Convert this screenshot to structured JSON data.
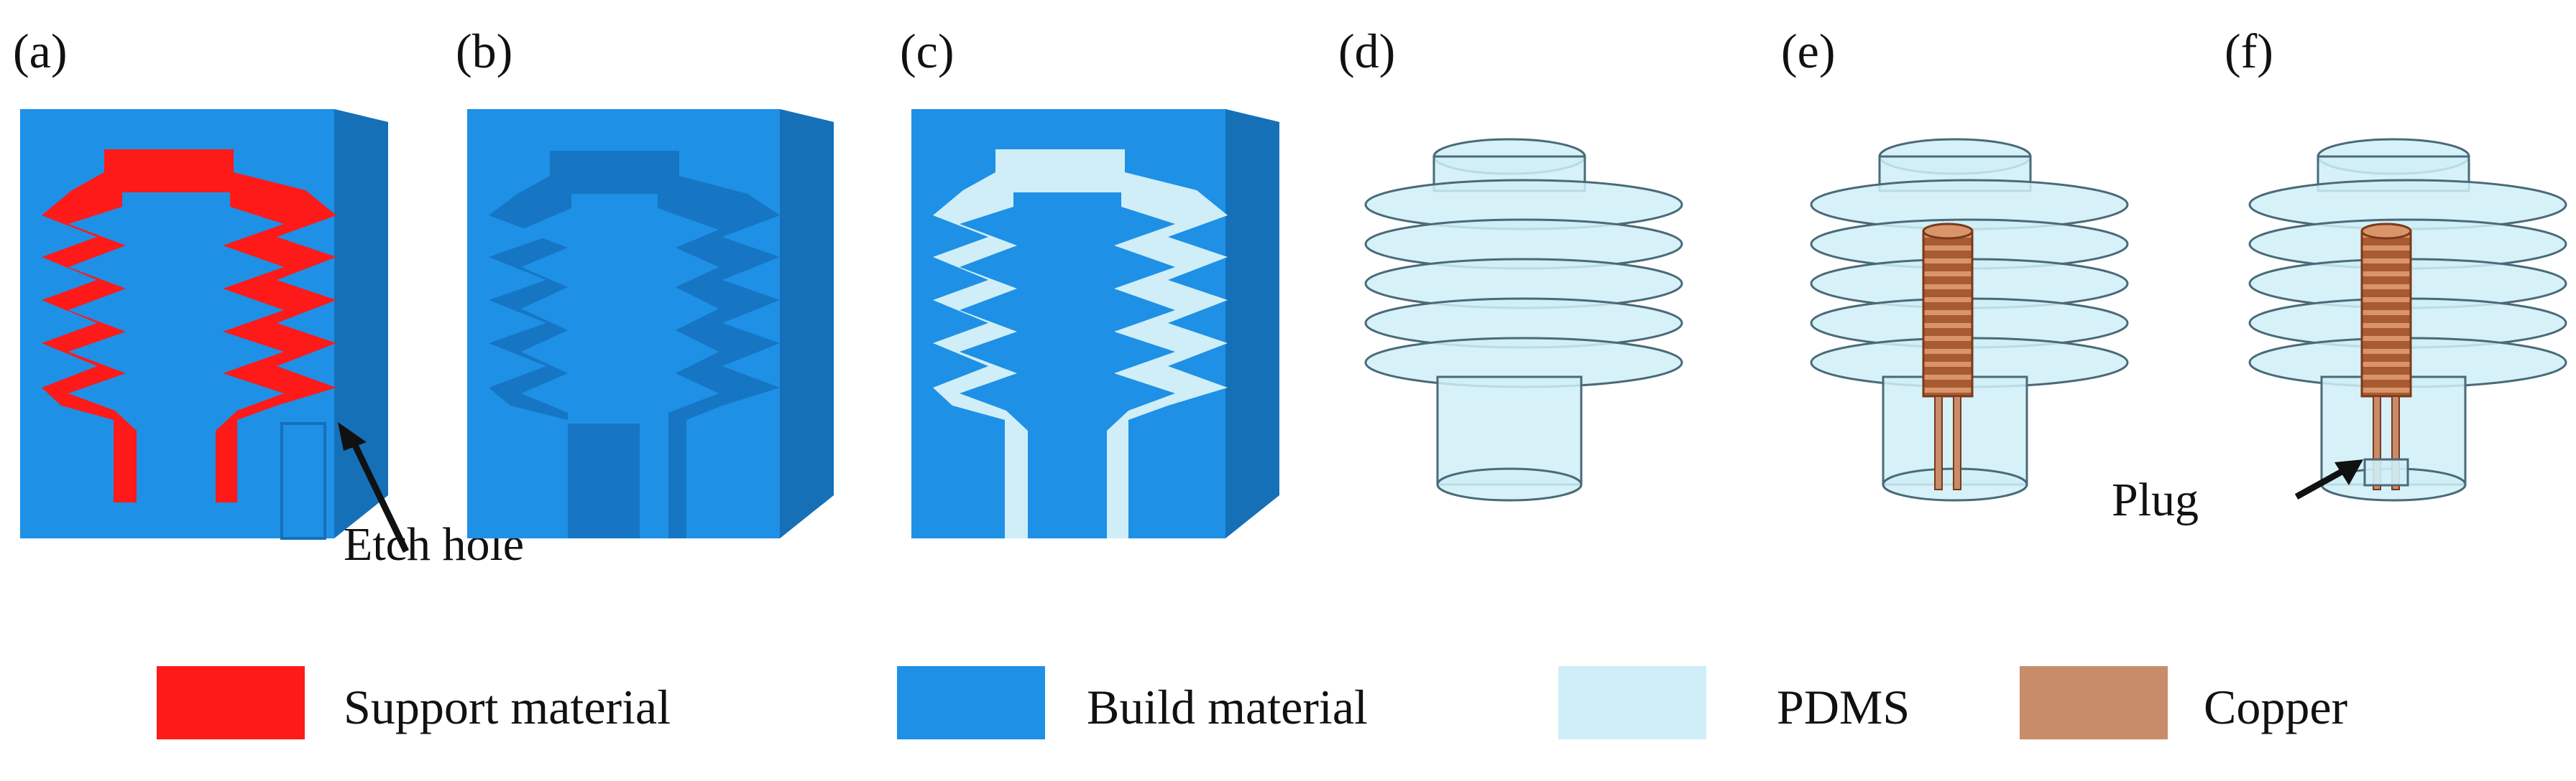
{
  "panels": [
    {
      "id": "a",
      "label": "(a)"
    },
    {
      "id": "b",
      "label": "(b)"
    },
    {
      "id": "c",
      "label": "(c)"
    },
    {
      "id": "d",
      "label": "(d)"
    },
    {
      "id": "e",
      "label": "(e)"
    },
    {
      "id": "f",
      "label": "(f)"
    }
  ],
  "annotations": {
    "etch_hole": "Etch hole",
    "plug": "Plug"
  },
  "legend": [
    {
      "label": "Support material",
      "color": "#ff1a1a"
    },
    {
      "label": "Build material",
      "color": "#1e90e6"
    },
    {
      "label": "PDMS",
      "color": "#cfeef7"
    },
    {
      "label": "Copper",
      "color": "#c98c6a"
    }
  ],
  "colors": {
    "build": "#1e90e6",
    "build_dark": "#1570b8",
    "build_top": "#3aa6f0",
    "support": "#ff1a1a",
    "pdms": "#cfeef7",
    "pdms_stroke": "#4a6a78",
    "copper": "#b86a40"
  }
}
